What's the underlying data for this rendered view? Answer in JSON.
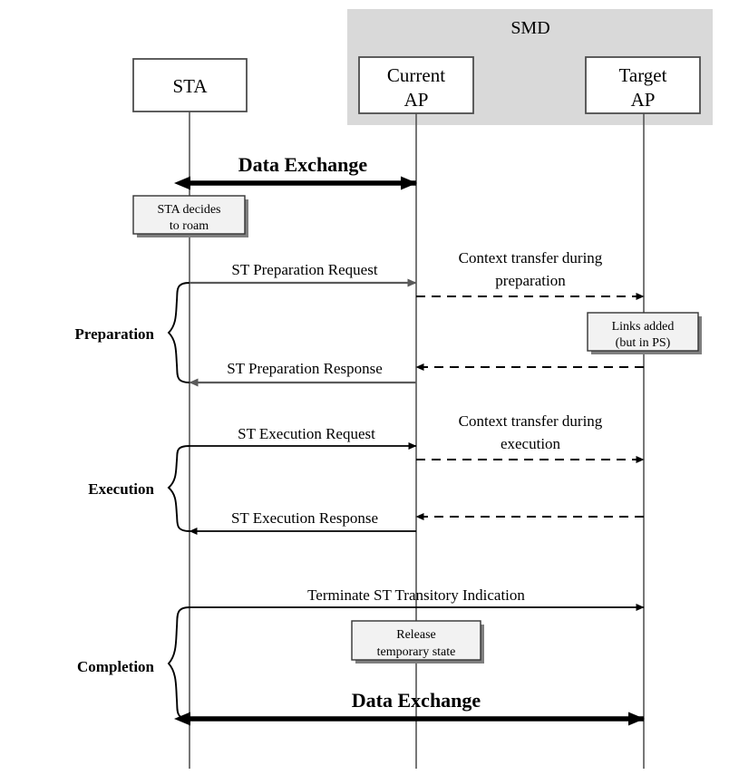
{
  "diagram": {
    "title": "SMD",
    "smd_region_label": "SMD",
    "actors": [
      {
        "id": "sta",
        "label": "STA",
        "label_line1": "STA",
        "label_line2": ""
      },
      {
        "id": "current_ap",
        "label": "Current AP",
        "label_line1": "Current",
        "label_line2": "AP"
      },
      {
        "id": "target_ap",
        "label": "Target AP",
        "label_line1": "Target",
        "label_line2": "AP"
      }
    ],
    "phases": [
      {
        "id": "preparation",
        "label": "Preparation"
      },
      {
        "id": "execution",
        "label": "Execution"
      },
      {
        "id": "completion",
        "label": "Completion"
      }
    ],
    "notes": [
      {
        "id": "sta-decides",
        "line1": "STA decides",
        "line2": "to roam"
      },
      {
        "id": "links-added",
        "line1": "Links added",
        "line2": "(but in PS)"
      },
      {
        "id": "release-temp",
        "line1": "Release",
        "line2": "temporary state"
      }
    ],
    "messages": [
      {
        "id": "data-exchange-top",
        "label": "Data Exchange",
        "from": "sta",
        "to": "current_ap",
        "style": "solid-thick-bidir",
        "emphasis": "bold"
      },
      {
        "id": "st-prep-request",
        "label": "ST Preparation Request",
        "from": "sta",
        "to": "current_ap",
        "style": "solid"
      },
      {
        "id": "ctx-transfer-prep",
        "label_line1": "Context transfer during",
        "label_line2": "preparation",
        "label": "Context transfer during preparation",
        "from": "current_ap",
        "to": "target_ap",
        "style": "dashed"
      },
      {
        "id": "st-prep-response-dashed",
        "label": "",
        "from": "target_ap",
        "to": "current_ap",
        "style": "dashed"
      },
      {
        "id": "st-prep-response",
        "label": "ST Preparation Response",
        "from": "current_ap",
        "to": "sta",
        "style": "solid"
      },
      {
        "id": "st-exec-request",
        "label": "ST Execution Request",
        "from": "sta",
        "to": "current_ap",
        "style": "solid"
      },
      {
        "id": "ctx-transfer-exec",
        "label_line1": "Context transfer during",
        "label_line2": "execution",
        "label": "Context transfer during execution",
        "from": "current_ap",
        "to": "target_ap",
        "style": "dashed"
      },
      {
        "id": "st-exec-response-dashed",
        "label": "",
        "from": "target_ap",
        "to": "current_ap",
        "style": "dashed"
      },
      {
        "id": "st-exec-response",
        "label": "ST Execution Response",
        "from": "current_ap",
        "to": "sta",
        "style": "solid"
      },
      {
        "id": "terminate-st",
        "label": "Terminate ST Transitory Indication",
        "from": "sta",
        "to": "target_ap",
        "style": "solid"
      },
      {
        "id": "data-exchange-bottom",
        "label": "Data Exchange",
        "from": "sta",
        "to": "target_ap",
        "style": "solid-thick-bidir",
        "emphasis": "bold"
      }
    ],
    "colors": {
      "smd_fill": "#d9d9d9",
      "note_fill": "#f2f2f2",
      "actor_fill": "#ffffff",
      "line": "#000000",
      "gray_arrow": "#5a5a5a",
      "shadow": "#7f7f7f"
    }
  }
}
